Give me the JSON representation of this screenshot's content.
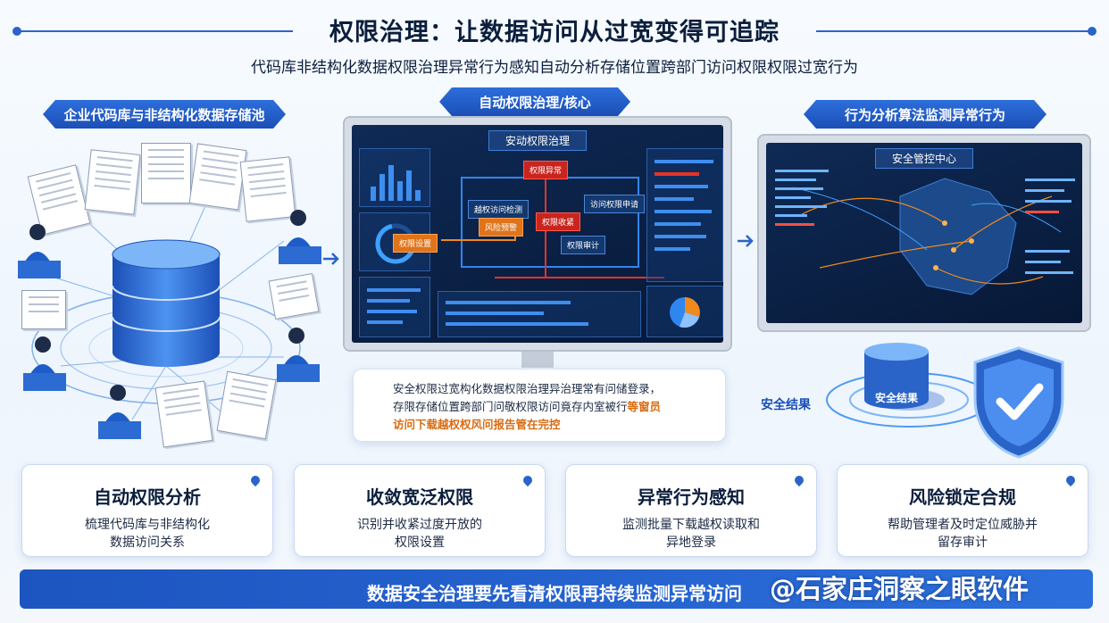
{
  "header": {
    "title": "权限治理：让数据访问从过宽变得可追踪",
    "subtitle": "代码库非结构化数据权限治理异常行为感知自动分析存储位置跨部门访问权限权限过宽行为"
  },
  "sections": {
    "left": "企业代码库与非结构化数据存储池",
    "center": "自动权限治理/核心",
    "right": "行为分析算法监测异常行为"
  },
  "center_screen": {
    "title": "安动权限治理",
    "nodes": [
      "权限异常",
      "越权访问检测",
      "权限收紧",
      "访问权限申请",
      "权限审计",
      "风险预警",
      "权限设置"
    ]
  },
  "right_screen": {
    "title": "安全管控中心"
  },
  "callout": {
    "line1": "安全权限过宽构化数据权限治理异治理常有问储登录，",
    "line2_a": "存限存储位置跨部门问敬权限访问竟存内室被行",
    "line2_b": "等窗员",
    "line3": "访问下载越权权风问报告管在完控"
  },
  "security": {
    "label": "安全结果",
    "db_label": "安全结果"
  },
  "cards": [
    {
      "title": "自动权限分析",
      "line1": "梳理代码库与非结构化",
      "line2": "数据访问关系"
    },
    {
      "title": "收敛宽泛权限",
      "line1": "识别并收紧过度开放的",
      "line2": "权限设置"
    },
    {
      "title": "异常行为感知",
      "line1": "监测批量下载越权读取和",
      "line2": "异地登录"
    },
    {
      "title": "风险锁定合规",
      "line1": "帮助管理者及时定位威胁并",
      "line2": "留存审计"
    }
  ],
  "footer": {
    "text": "数据安全治理要先看清权限再持续监测异常访问",
    "watermark": "@石家庄洞察之眼软件"
  },
  "colors": {
    "brand_blue": "#2a64c8",
    "alert_red": "#c9251e",
    "alert_orange": "#e0741a",
    "screen_dark": "#0f2a55"
  },
  "icons": [
    "database-icon",
    "document-icon",
    "person-icon",
    "shield-check-icon",
    "pin-icon",
    "arrow-right-icon"
  ]
}
